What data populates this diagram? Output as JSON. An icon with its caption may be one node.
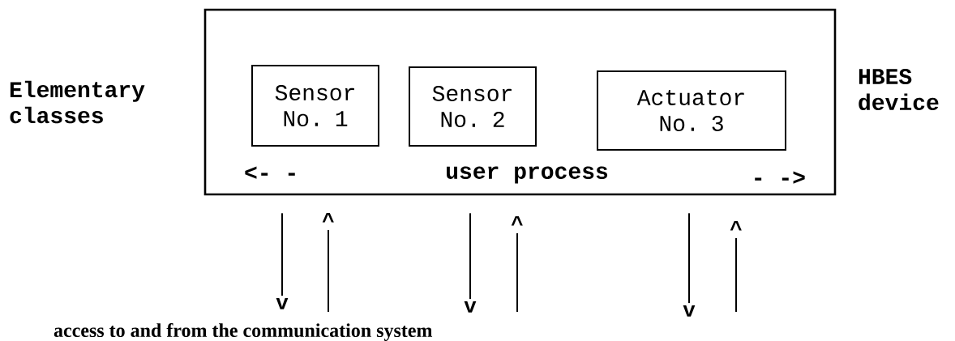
{
  "diagram": {
    "nodes": [
      {
        "text": [
          "HBES device"
        ]
      },
      {
        "text": [
          "Sensor No. 1"
        ],
        "in": 0
      },
      {
        "text": [
          "Sensor No. 2"
        ],
        "in": 0
      },
      {
        "text": [
          "Actuator No. 3"
        ],
        "in": 0
      },
      {
        "text": [
          "^"
        ]
      },
      {
        "text": [
          "^"
        ]
      },
      {
        "text": [
          "^"
        ]
      },
      {
        "text": [
          "v"
        ]
      },
      {
        "text": [
          "v"
        ]
      },
      {
        "text": [
          "v"
        ]
      }
    ],
    "edges": [
      {
        "from": 0,
        "to": 7,
        "arrow": "none"
      },
      {
        "from": null,
        "to": 4,
        "arrow": "none"
      },
      {
        "from": 0,
        "to": 8,
        "arrow": "none"
      },
      {
        "from": null,
        "to": 5,
        "arrow": "none"
      },
      {
        "from": 0,
        "to": 9,
        "arrow": "none"
      },
      {
        "from": null,
        "to": 6,
        "arrow": "none"
      }
    ],
    "labels": [
      "Elementary classes",
      "<- -",
      "user process",
      "- ->",
      "access to and from the communication system"
    ]
  }
}
